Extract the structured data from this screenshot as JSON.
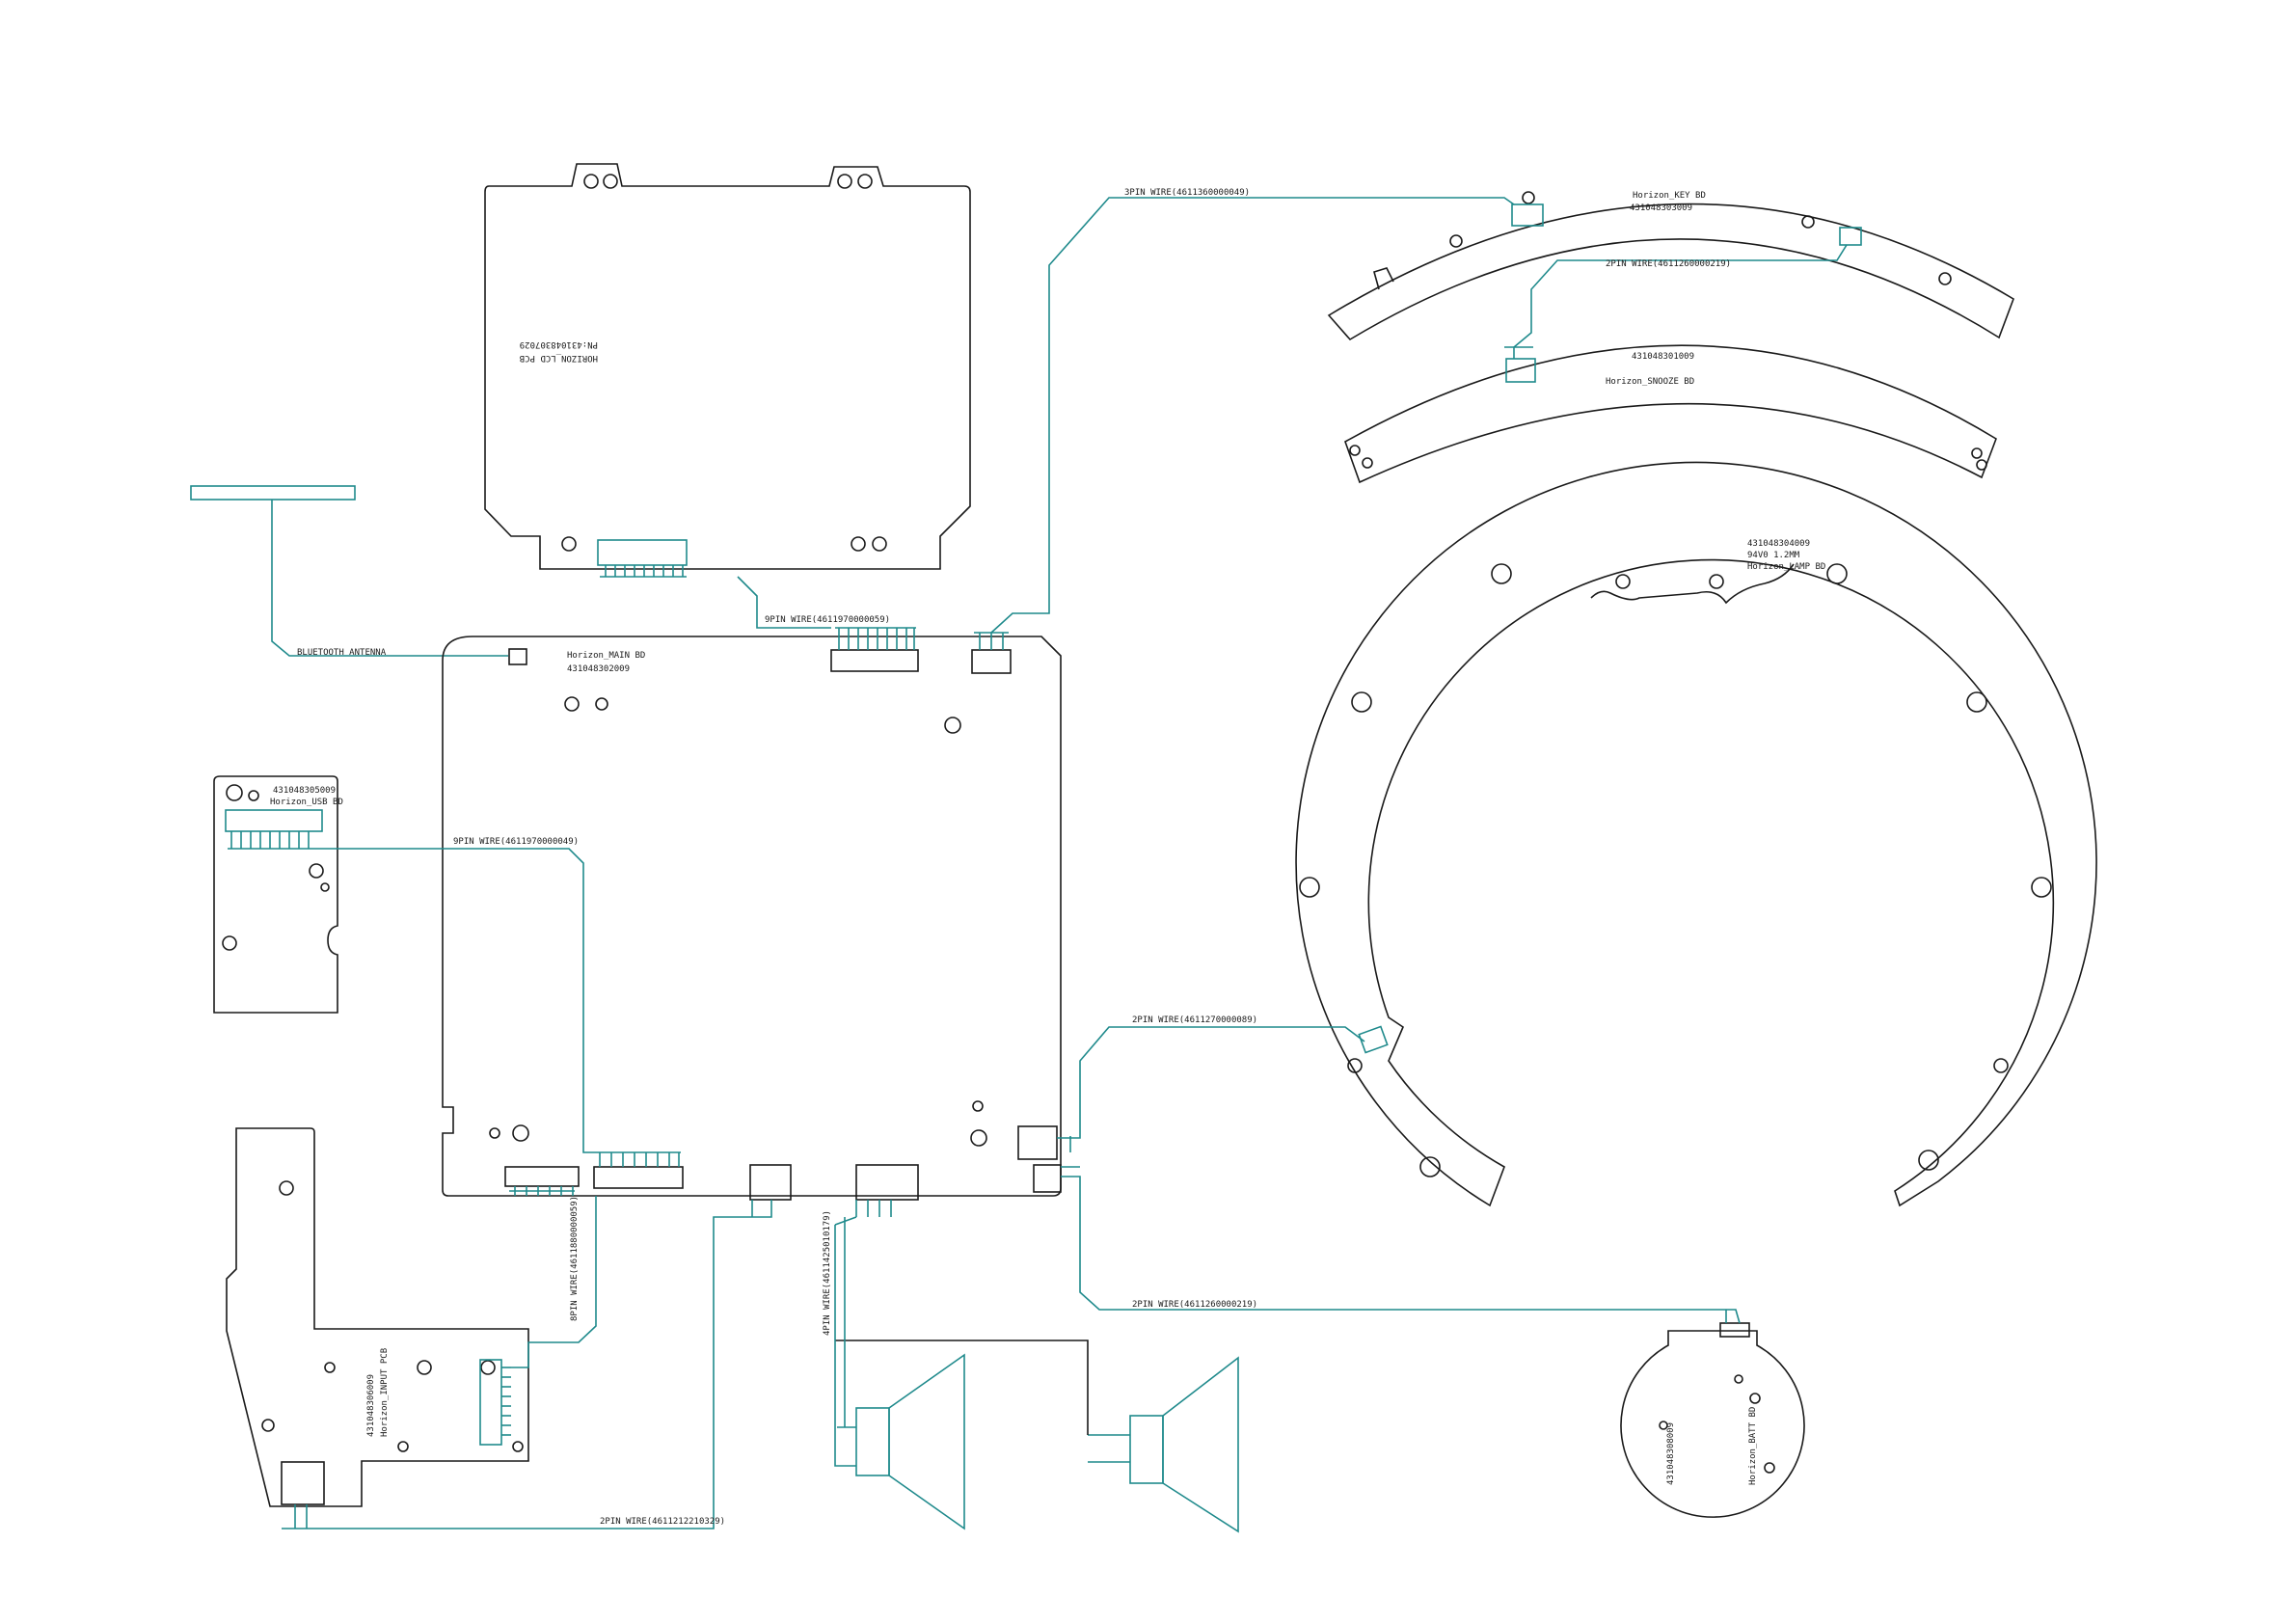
{
  "colors": {
    "outline": "#1a1a1a",
    "wire": "#1f8a8c",
    "background": "#ffffff"
  },
  "boards": {
    "lcd": {
      "name": "HORIZON_LCD PCB",
      "part": "PN:431048307029"
    },
    "main": {
      "name": "Horizon_MAIN BD",
      "part": "431048302009"
    },
    "usb": {
      "part": "431048305009",
      "name": "Horizon_USB BD"
    },
    "input": {
      "part": "431048306009",
      "name": "Horizon_INPUT PCB"
    },
    "key": {
      "name": "Horizon_KEY BD",
      "part": "431048303009"
    },
    "snooze": {
      "part": "431048301009",
      "name": "Horizon_SNOOZE BD"
    },
    "lamp": {
      "part": "431048304009",
      "spec": "94V0 1.2MM",
      "name": "Horizon_LAMP  BD"
    },
    "batt": {
      "part": "431048308009",
      "name": "Horizon_BATT BD"
    }
  },
  "wires": {
    "lcd_main": "9PIN WIRE(4611970000059)",
    "usb_main": "9PIN WIRE(4611970000049)",
    "key_main": "3PIN WIRE(4611360000049)",
    "snooze_key": "2PIN WIRE(4611260000219)",
    "lamp_main": "2PIN WIRE(4611270000089)",
    "batt_main": "2PIN WIRE(4611260000219)",
    "input_main": "8PIN WIRE(4611880000059)",
    "speaker": "4PIN WIRE(4611425010179)",
    "bottom": "2PIN WIRE(4611212210329)",
    "antenna": "BLUETOOTH ANTENNA"
  }
}
